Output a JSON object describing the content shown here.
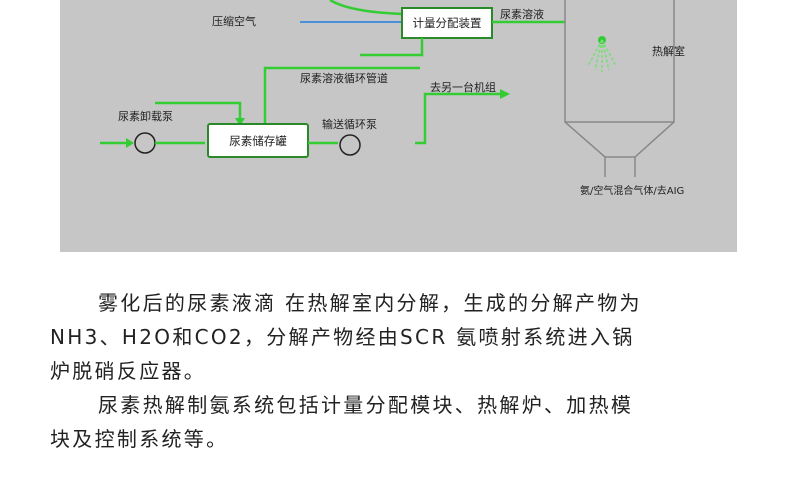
{
  "diagram": {
    "labels": {
      "compressed_air": "压缩空气",
      "metering_unit": "计量分配装置",
      "urea_solution": "尿素溶液",
      "decomposition_chamber": "热解室",
      "circulation_pipe": "尿素溶液循环管道",
      "to_other_unit": "去另一台机组",
      "unloading_pump": "尿素卸载泵",
      "storage_tank": "尿素储存罐",
      "circulation_pump": "输送循环泵",
      "outlet": "氨/空气混合气体/去AIG"
    }
  },
  "paragraphs": {
    "p1_line1": "雾化后的尿素液滴 在热解室内分解，生成的分解产物为",
    "p1_line2": "NH3、H2O和CO2，分解产物经由SCR 氨喷射系统进入锅",
    "p1_line3": "炉脱硝反应器。",
    "p2_line1": "尿素热解制氨系统包括计量分配模块、热解炉、加热模",
    "p2_line2": "块及控制系统等。"
  }
}
